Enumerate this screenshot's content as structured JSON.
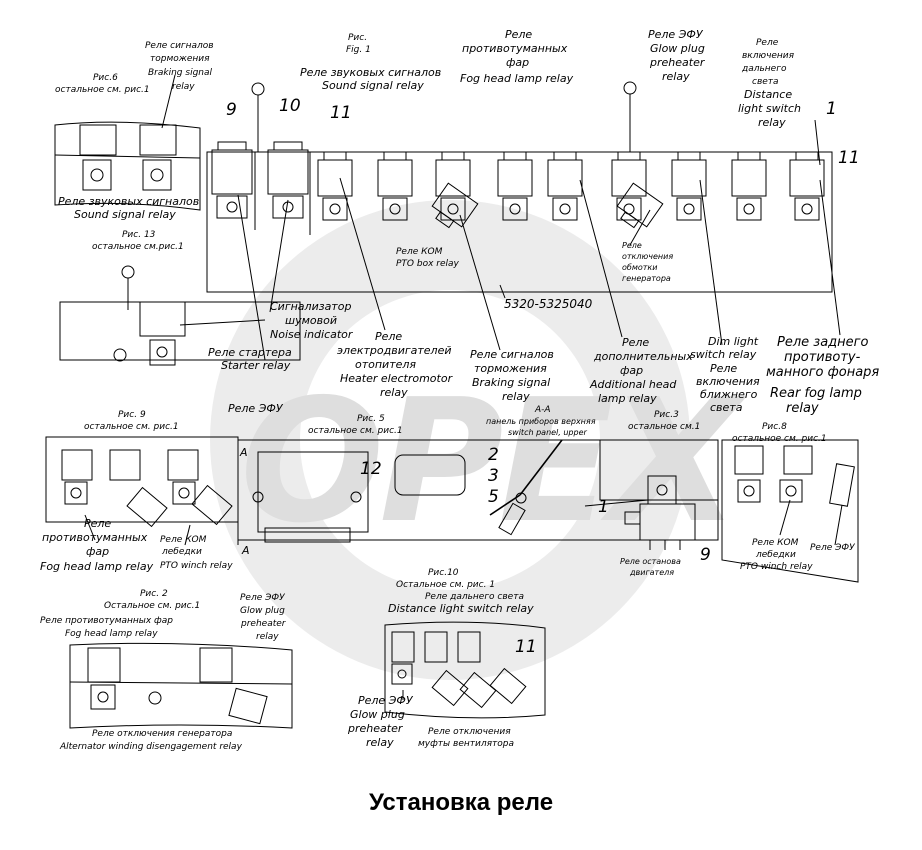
{
  "title": "Установка реле",
  "watermark": "OPEX",
  "colors": {
    "ink": "#000000",
    "watermark": "#dcdcdc",
    "background": "#ffffff"
  },
  "callouts": {
    "n1": "1",
    "n2": "2",
    "n3": "3",
    "n5": "5",
    "n9": "9",
    "n10": "10",
    "n11": "11",
    "n12": "12"
  },
  "part_number": "5320-5325040",
  "fig6": {
    "ref": "Рис.6",
    "rest": "остальное см. рис.1"
  },
  "fig1": {
    "ref": "Рис.",
    "ref_en": "Fig. 1"
  },
  "fig13": {
    "ref": "Рис. 13",
    "rest": "остальное см.рис.1"
  },
  "fig9": {
    "ref": "Рис. 9",
    "rest": "остальное см. рис.1"
  },
  "fig5": {
    "ref": "Рис. 5",
    "rest": "остальное см. рис.1"
  },
  "fig3": {
    "ref": "Рис.3",
    "rest": "остальное см.1"
  },
  "fig8": {
    "ref": "Рис.8",
    "rest": "остальное см. рис.1"
  },
  "fig2": {
    "ref": "Рис. 2",
    "rest": "Остальное см. рис.1"
  },
  "fig10": {
    "ref": "Рис.10",
    "rest": "Остальное см. рис. 1"
  },
  "section_aa": {
    "label": "А-А",
    "text1": "панель приборов верхняя",
    "text2": "switch panel, upper",
    "mark": "А"
  },
  "labels": {
    "braking_ru": [
      "Реле сигналов",
      "торможения"
    ],
    "braking_en": [
      "Braking signal",
      "relay"
    ],
    "sound_ru": "Реле звуковых сигналов",
    "sound_en": "Sound signal relay",
    "fog_top_ru": [
      "Реле",
      "противотуманных",
      "фар"
    ],
    "fog_top_en": "Fog head lamp relay",
    "efu_top_ru": "Реле ЭФУ",
    "efu_top_en": [
      "Glow plug",
      "preheater",
      "relay"
    ],
    "distance_ru": [
      "Реле",
      "включения",
      "дальнего",
      "света"
    ],
    "distance_en": [
      "Distance",
      "light switch",
      "relay"
    ],
    "sound_fig6_ru": "Реле звуковых сигналов",
    "sound_fig6_en": "Sound signal relay",
    "kom_ru": "Реле КОМ",
    "kom_en": "PTO box relay",
    "gen_off_ru": [
      "Реле",
      "отключения",
      "обмотки",
      "генератора"
    ],
    "noise_ru": [
      "Сигнализатор",
      "шумовой"
    ],
    "noise_en": "Noise indicator",
    "starter_ru": "Реле стартера",
    "starter_en": "Starter relay",
    "heater_ru": [
      "Реле",
      "электродвигателей",
      "отопителя"
    ],
    "heater_en": [
      "Heater electromotor",
      "relay"
    ],
    "braking_mid_ru": [
      "Реле сигналов",
      "торможения"
    ],
    "braking_mid_en": [
      "Braking signal",
      "relay"
    ],
    "additional_ru": [
      "Реле",
      "дополнительных",
      "фар"
    ],
    "additional_en": [
      "Additional head",
      "lamp relay"
    ],
    "dim_en": [
      "Dim light",
      "switch relay"
    ],
    "dim_ru": [
      "Реле",
      "включения",
      "ближнего",
      "света"
    ],
    "rear_fog_ru": [
      "Реле заднего",
      "противоту-",
      "манного фонаря"
    ],
    "rear_fog_en": [
      "Rear fog lamp",
      "relay"
    ],
    "efu_mid_ru": "Реле ЭФУ",
    "fog_fig9_ru": [
      "Реле",
      "противотуманных",
      "фар"
    ],
    "fog_fig9_en": "Fog head lamp relay",
    "kom_winch_ru": [
      "Реле КОМ",
      "лебедки"
    ],
    "kom_winch_en": "PTO winch relay",
    "engine_stop_ru": [
      "Реле останова",
      "двигателя"
    ],
    "kom_winch8_ru": [
      "Реле КОМ",
      "лебедки"
    ],
    "kom_winch8_en": "PTO winch relay",
    "efu_fig8_ru": "Реле ЭФУ",
    "fog_fig2_ru": "Реле противотуманных фар",
    "fog_fig2_en": "Fog head lamp relay",
    "efu_fig2_ru": "Реле ЭФУ",
    "efu_fig2_en": [
      "Glow plug",
      "preheater",
      "relay"
    ],
    "alt_ru": "Реле отключения генератора",
    "alt_en": "Alternator winding disengagement relay",
    "distance_fig10_ru": "Реле дальнего света",
    "distance_fig10_en": "Distance light switch relay",
    "efu_fig10_ru": "Реле ЭФУ",
    "efu_fig10_en": [
      "Glow plug",
      "preheater",
      "relay"
    ],
    "fan_ru": [
      "Реле отключения",
      "муфты вентилятора"
    ]
  }
}
